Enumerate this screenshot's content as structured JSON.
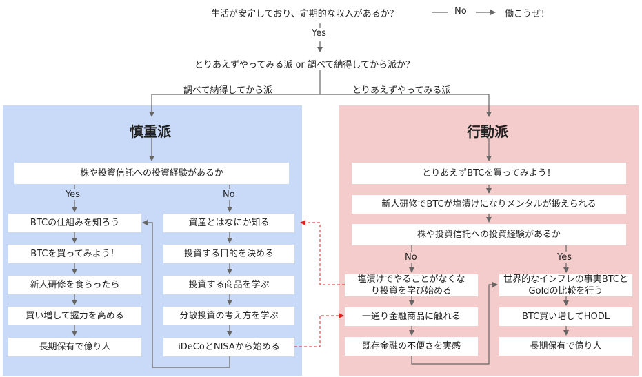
{
  "top": {
    "question": "生活が安定しており、定期的な収入があるか？",
    "no_label": "No",
    "go_work": "働こうぜ！",
    "yes_label": "Yes",
    "question2": "とりあえずやってみる派 or 調べて納得してから派か？",
    "left_branch": "調べて納得してから派",
    "right_branch": "とりあえずやってみる派"
  },
  "left": {
    "title": "慎重派",
    "question": "株や投資信託への投資経験があるか",
    "yes_label": "Yes",
    "no_label": "No",
    "yes_steps": [
      "BTCの仕組みを知ろう",
      "BTCを買ってみよう！",
      "新人研修を食らったら",
      "買い増して握力を高める",
      "長期保有で億り人"
    ],
    "no_steps": [
      "資産とはなにか知る",
      "投資する目的を決める",
      "投資する商品を学ぶ",
      "分散投資の考え方を学ぶ",
      "iDeCoとNISAから始める"
    ]
  },
  "right": {
    "title": "行動派",
    "step1": "とりあえずBTCを買ってみよう！",
    "step2": "新人研修でBTCが塩漬けになりメンタルが鍛えられる",
    "question": "株や投資信託への投資経験があるか",
    "no_label": "No",
    "yes_label": "Yes",
    "no_steps": [
      "塩漬けでやることがなくなり投資を学び始める",
      "一通り金融商品に触れる",
      "既存金融の不便さを実感"
    ],
    "yes_steps": [
      "世界的なインフレの事実BTCとGoldの比較を行う",
      "BTC買い増してHODL",
      "長期保有で億り人"
    ]
  },
  "colors": {
    "left_panel": "#c9daf8",
    "right_panel": "#f4cccc",
    "connector": "#666666",
    "cross_link": "#e02020"
  }
}
